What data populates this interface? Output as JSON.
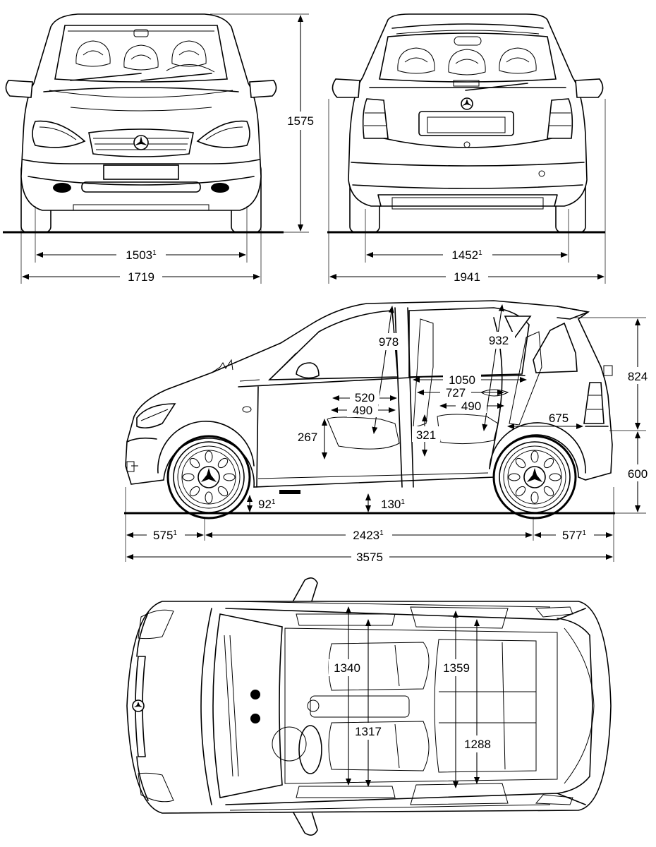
{
  "views": {
    "front": {
      "height": "1575",
      "track": "1503",
      "track_sup": "1",
      "width": "1719"
    },
    "rear": {
      "track": "1452",
      "track_sup": "1",
      "width_mirrors": "1941"
    },
    "side": {
      "headroom_front": "978",
      "headroom_rear": "932",
      "rear_legroom": "1050",
      "front_seat_depth": "520",
      "rear_seat_travel": "727",
      "front_cushion": "490",
      "rear_cushion": "490",
      "load_sill_depth": "675",
      "rear_upper_height": "824",
      "rear_lower_height": "600",
      "front_seat_height": "267",
      "rear_seat_height": "321",
      "ground_clearance_front": "92",
      "ground_clearance_front_sup": "1",
      "ground_clearance_mid": "130",
      "ground_clearance_mid_sup": "1",
      "front_overhang": "575",
      "front_overhang_sup": "1",
      "wheelbase": "2423",
      "wheelbase_sup": "1",
      "rear_overhang": "577",
      "rear_overhang_sup": "1",
      "length": "3575"
    },
    "top": {
      "front_shoulder": "1340",
      "rear_shoulder": "1359",
      "front_elbow": "1317",
      "rear_elbow": "1288"
    }
  }
}
